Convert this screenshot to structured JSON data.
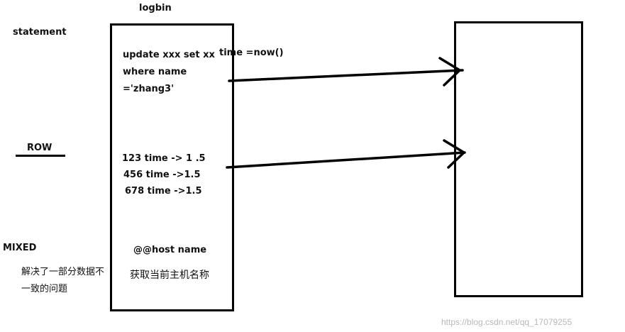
{
  "title": "logbin",
  "modes": {
    "statement": "statement",
    "row": "ROW",
    "mixed": "MIXED"
  },
  "mixed_note": {
    "line1": "解决了一部分数据不",
    "line2": "一致的问题"
  },
  "statement_block": {
    "line1": "update xxx set xx",
    "line1b": "time =now()",
    "line2": "where name",
    "line3": "='zhang3'"
  },
  "row_block": {
    "line1": "123    time -> 1 .5",
    "line2": "456  time  ->1.5",
    "line3": "678  time ->1.5"
  },
  "mixed_block": {
    "func": "@@host  name",
    "desc": "获取当前主机名称"
  },
  "watermark": "https://blog.csdn.net/qq_17079255"
}
